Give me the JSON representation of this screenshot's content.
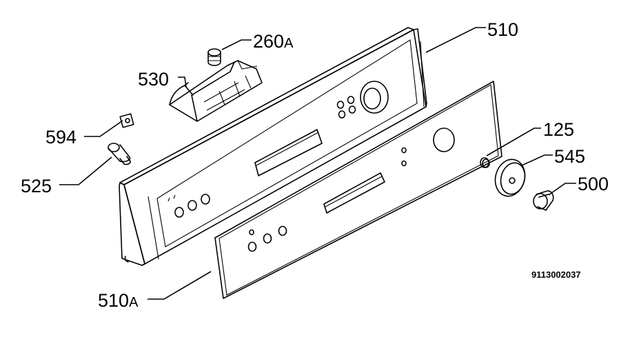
{
  "labels": {
    "p510": "510",
    "p260": "260",
    "p260_suffix": "A",
    "p530": "530",
    "p594": "594",
    "p525": "525",
    "p125": "125",
    "p545": "545",
    "p500": "500",
    "p510a": "510",
    "p510a_suffix": "A"
  },
  "drawing_code": "9113002037"
}
